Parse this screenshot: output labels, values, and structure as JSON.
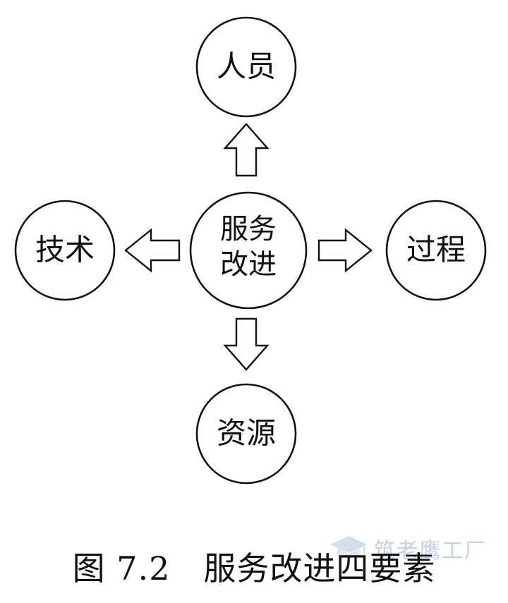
{
  "diagram": {
    "center": {
      "line1": "服务",
      "line2": "改进"
    },
    "top": {
      "label": "人员"
    },
    "left": {
      "label": "技术"
    },
    "right": {
      "label": "过程"
    },
    "bottom": {
      "label": "资源"
    }
  },
  "caption": {
    "text": "图 7.2   服务改进四要素"
  },
  "watermark": {
    "text": "筑老鹰工厂",
    "icon": "graduation-cap-icon",
    "color": "#7a9cc0"
  }
}
